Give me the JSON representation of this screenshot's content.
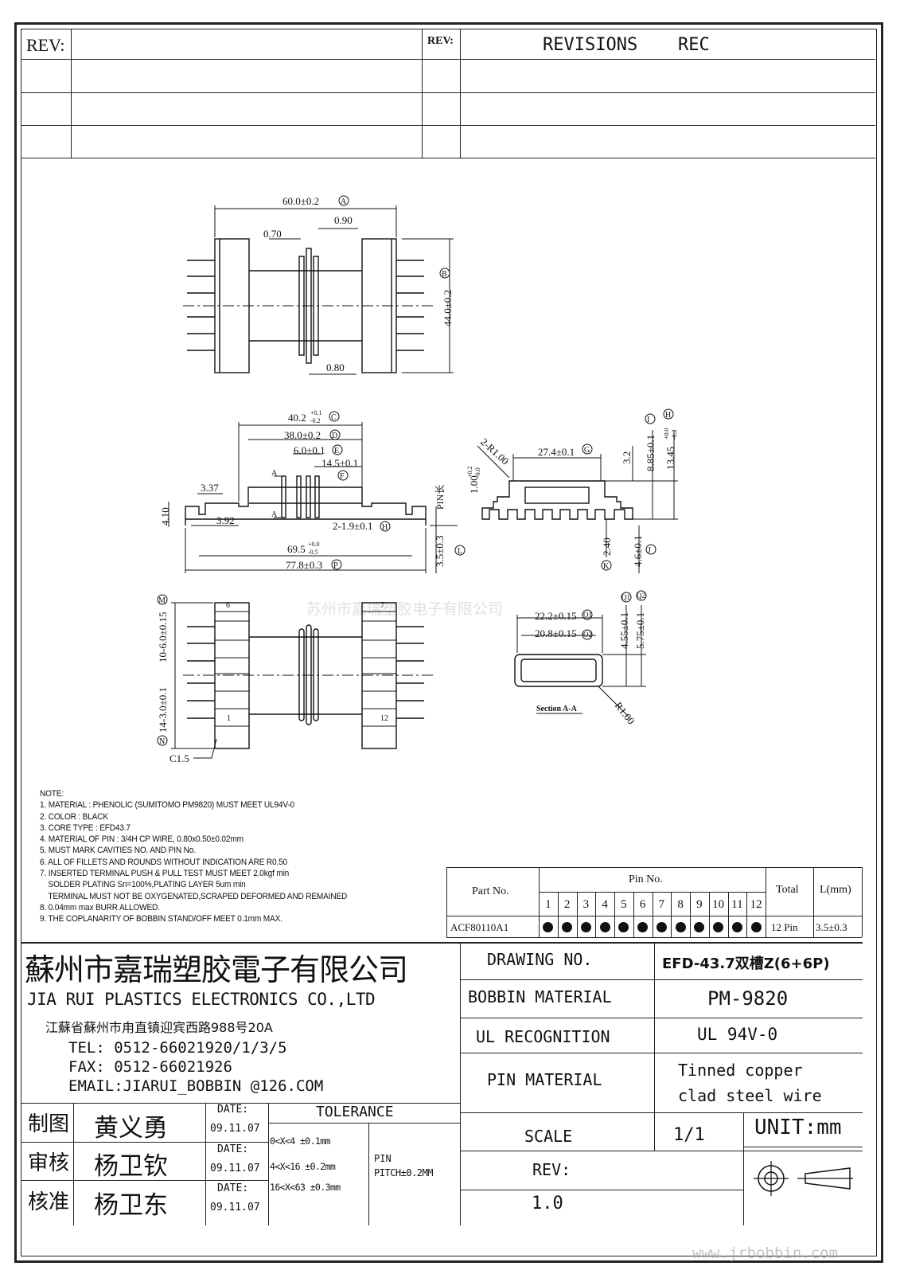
{
  "rev_table": {
    "rev_left": "REV:",
    "rev_right": "REV:",
    "revisions": "REVISIONS",
    "rec": "REC"
  },
  "dims_top": {
    "a": "60.0±0.2",
    "a_tag": "A",
    "d090": "0.90",
    "d070": "0.70",
    "d080": "0.80",
    "b": "44.0±0.2",
    "b_tag": "B"
  },
  "dims_side": {
    "c": "40.2",
    "c_tol_up": "+0.1",
    "c_tol_dn": "-0.2",
    "c_tag": "C",
    "d": "38.0±0.2",
    "d_tag": "D",
    "e": "6.0±0.1",
    "e_tag": "E",
    "f": "14.5±0.1",
    "f_tag": "F",
    "d337": "3.37",
    "d392": "3.92",
    "d410": "4.10",
    "a_mark": "A",
    "h": "2-1.9±0.1",
    "h_tag": "H",
    "p695": "69.5",
    "p695_up": "+0.0",
    "p695_dn": "-0.5",
    "p": "77.8±0.3",
    "p_tag": "P",
    "pin_len": "PIN长",
    "l": "3.5±0.3",
    "l_tag": "L"
  },
  "dims_end": {
    "r": "2-R1.00",
    "g": "27.4±0.1",
    "g_tag": "G",
    "d100": "1.00",
    "d100_up": "+0.2",
    "d100_dn": "-0.0",
    "d32": "3.2",
    "i": "8.85±0.1",
    "i_tag": "I",
    "h": "13.45",
    "h_up": "+0.0",
    "h_dn": "-0.2",
    "h_tag": "H",
    "k": "2.40",
    "k_tag": "K",
    "j": "4.6±0.1",
    "j_tag": "J"
  },
  "dims_bottom": {
    "m": "10-6.0±0.15",
    "m_tag": "M",
    "n": "14-3.0±0.1",
    "n_tag": "N",
    "pin6": "6",
    "pin7": "7",
    "pin1": "1",
    "pin12": "12",
    "c15": "C1.5"
  },
  "section": {
    "o1": "22.2±0.15",
    "o1_tag": "O1",
    "o2": "20.8±0.15",
    "o2_tag": "O2",
    "q1": "4.55±0.1",
    "q1_tag": "Q1",
    "q2": "5.75±0.1",
    "q2_tag": "Q2",
    "label": "Section A-A",
    "r": "R1.00"
  },
  "watermark": {
    "company_cn": "苏州市嘉瑞塑胶电子有限公司",
    "url": "www.jrbobbin.com"
  },
  "notes": {
    "title": "NOTE:",
    "lines": [
      "1. MATERIAL : PHENOLIC (SUMITOMO PM9820) MUST MEET UL94V-0",
      "2. COLOR : BLACK",
      "3. CORE TYPE : EFD43.7",
      "4. MATERIAL OF PIN : 3/4H CP WIRE, 0.80x0.50±0.02mm",
      "5. MUST MARK CAVITIES NO. AND PIN No.",
      "6. ALL OF FILLETS AND ROUNDS WITHOUT INDICATION ARE R0.50",
      "7. INSERTED TERMINAL PUSH & PULL TEST MUST MEET 2.0kgf min",
      "    SOLDER PLATING Sn=100%,PLATING LAYER 5um min",
      "    TERMINAL MUST NOT BE OXYGENATED,SCRAPED DEFORMED AND REMAINED",
      "8. 0.04mm max BURR ALLOWED.",
      "9. THE COPLANARITY OF BOBBIN STAND/OFF MEET 0.1mm MAX."
    ]
  },
  "pin_table": {
    "part_no_header": "Part No.",
    "pin_no_header": "Pin No.",
    "total_header": "Total",
    "l_header": "L(mm)",
    "pins": [
      "1",
      "2",
      "3",
      "4",
      "5",
      "6",
      "7",
      "8",
      "9",
      "10",
      "11",
      "12"
    ],
    "part_no": "ACF80110A1",
    "total": "12 Pin",
    "l_value": "3.5±0.3"
  },
  "company": {
    "name_cn": "蘇州市嘉瑞塑胶電子有限公司",
    "name_en": "JIA RUI PLASTICS ELECTRONICS CO.,LTD",
    "address": "江蘇省蘇州市甪直镇迎宾西路988号20A",
    "tel": "TEL: 0512-66021920/1/3/5",
    "fax": "FAX: 0512-66021926",
    "email": "EMAIL:JIARUI_BOBBIN @126.COM"
  },
  "title_block": {
    "drawing_no_label": "DRAWING  NO.",
    "drawing_no": "EFD-43.7双槽Z(6+6P)",
    "bobbin_material_label": "BOBBIN  MATERIAL",
    "bobbin_material": "PM-9820",
    "ul_label": "UL RECOGNITION",
    "ul_value": "UL 94V-0",
    "pin_material_label": "PIN MATERIAL",
    "pin_material_1": "Tinned copper",
    "pin_material_2": "clad steel wire",
    "scale_label": "SCALE",
    "scale": "1/1",
    "unit": "UNIT:mm",
    "rev_label": "REV:",
    "rev": "1.0"
  },
  "sign_block": {
    "draw_label": "制图",
    "draw_name": "黄义勇",
    "check_label": "审核",
    "check_name": "杨卫钦",
    "approve_label": "核准",
    "approve_name": "杨卫东",
    "date_label": "DATE:",
    "date1": "09.11.07",
    "date2": "09.11.07",
    "date3": "09.11.07",
    "tolerance_label": "TOLERANCE",
    "tol1": "0<X<4  ±0.1mm",
    "tol2": "4<X<16 ±0.2mm",
    "tol3": "16<X<63 ±0.3mm",
    "pin_label": "PIN",
    "pin_pitch": "PITCH±0.2MM"
  }
}
